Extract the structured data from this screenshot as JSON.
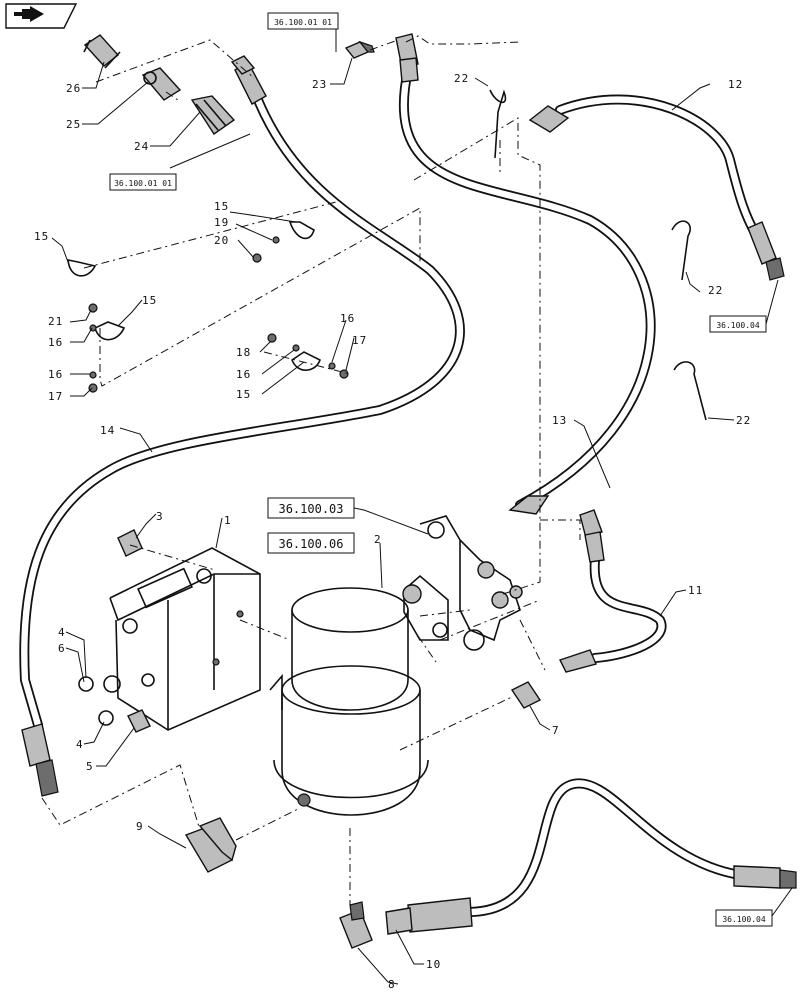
{
  "nav": {
    "icon": "next-page-arrow-icon"
  },
  "refs": {
    "r1": "36.100.01 01",
    "r2": "36.100.01 01",
    "r3": "36.100.04",
    "r4": "36.100.03",
    "r5": "36.100.06",
    "r6": "36.100.04"
  },
  "labels": {
    "l26": "26",
    "l25": "25",
    "l24": "24",
    "l23": "23",
    "l22a": "22",
    "l22b": "22",
    "l22c": "22",
    "l12": "12",
    "l15a": "15",
    "l19": "19",
    "l20": "20",
    "l15b": "15",
    "l21": "21",
    "l16a": "16",
    "l15c": "15",
    "l16b": "16",
    "l17a": "17",
    "l18": "18",
    "l16c": "16",
    "l15d": "15",
    "l16d": "16",
    "l17b": "17",
    "l14": "14",
    "l13": "13",
    "l3": "3",
    "l1": "1",
    "l2": "2",
    "l11": "11",
    "l4a": "4",
    "l6": "6",
    "l4b": "4",
    "l5": "5",
    "l7": "7",
    "l9": "9",
    "l10": "10",
    "l8": "8"
  }
}
